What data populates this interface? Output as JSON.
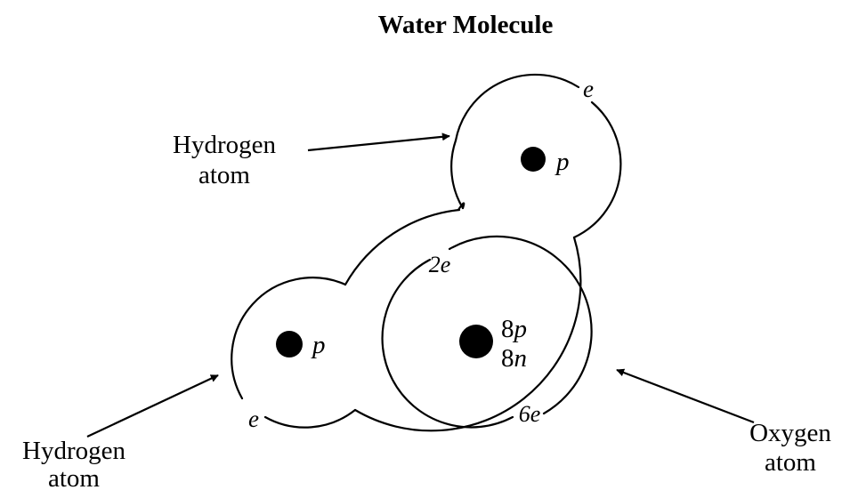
{
  "title": "Water Molecule",
  "labels": {
    "hydrogen_top_line1": "Hydrogen",
    "hydrogen_top_line2": "atom",
    "hydrogen_left_line1": "Hydrogen",
    "hydrogen_left_line2": "atom",
    "oxygen_line1": "Oxygen",
    "oxygen_line2": "atom"
  },
  "particles": {
    "hydrogen_top_electron": "e",
    "hydrogen_top_proton": "p",
    "hydrogen_left_electron": "e",
    "hydrogen_left_proton": "p",
    "oxygen_inner_shell": "2e",
    "oxygen_outer_shell": "6e",
    "oxygen_protons": "8p",
    "oxygen_neutrons": "8n"
  }
}
